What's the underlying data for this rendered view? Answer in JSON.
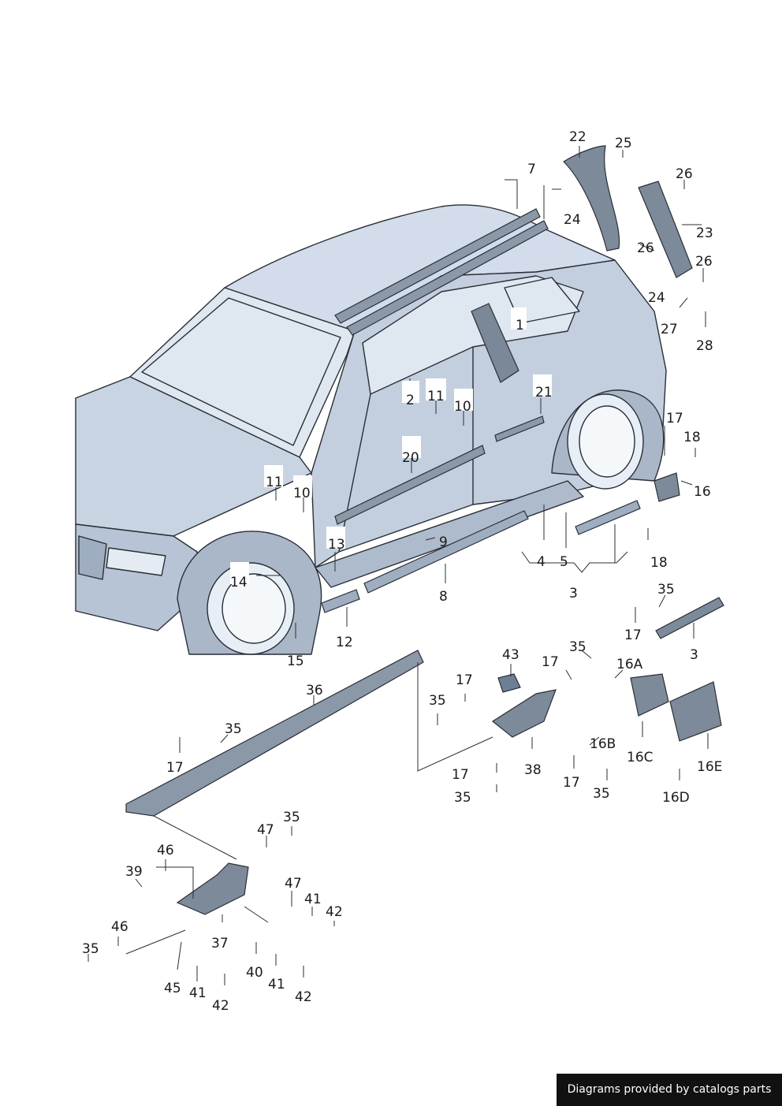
{
  "callouts": [
    {
      "text": "1"
    },
    {
      "text": "2"
    },
    {
      "text": "3"
    },
    {
      "text": "3"
    },
    {
      "text": "3"
    },
    {
      "text": "4"
    },
    {
      "text": "5"
    },
    {
      "text": "7"
    },
    {
      "text": "8"
    },
    {
      "text": "9"
    },
    {
      "text": "10"
    },
    {
      "text": "10"
    },
    {
      "text": "11"
    },
    {
      "text": "11"
    },
    {
      "text": "12"
    },
    {
      "text": "13"
    },
    {
      "text": "14"
    },
    {
      "text": "15"
    },
    {
      "text": "16"
    },
    {
      "text": "16A"
    },
    {
      "text": "16B"
    },
    {
      "text": "16C"
    },
    {
      "text": "16D"
    },
    {
      "text": "16E"
    },
    {
      "text": "17"
    },
    {
      "text": "17"
    },
    {
      "text": "17"
    },
    {
      "text": "17"
    },
    {
      "text": "17"
    },
    {
      "text": "17"
    },
    {
      "text": "17"
    },
    {
      "text": "18"
    },
    {
      "text": "18"
    },
    {
      "text": "20"
    },
    {
      "text": "21"
    },
    {
      "text": "22"
    },
    {
      "text": "23"
    },
    {
      "text": "24"
    },
    {
      "text": "24"
    },
    {
      "text": "25"
    },
    {
      "text": "26"
    },
    {
      "text": "26"
    },
    {
      "text": "26"
    },
    {
      "text": "27"
    },
    {
      "text": "28"
    },
    {
      "text": "35"
    },
    {
      "text": "35"
    },
    {
      "text": "35"
    },
    {
      "text": "35"
    },
    {
      "text": "35"
    },
    {
      "text": "35"
    },
    {
      "text": "35"
    },
    {
      "text": "35"
    },
    {
      "text": "36"
    },
    {
      "text": "37"
    },
    {
      "text": "38"
    },
    {
      "text": "39"
    },
    {
      "text": "40"
    },
    {
      "text": "41"
    },
    {
      "text": "41"
    },
    {
      "text": "41"
    },
    {
      "text": "42"
    },
    {
      "text": "42"
    },
    {
      "text": "42"
    },
    {
      "text": "43"
    },
    {
      "text": "45"
    },
    {
      "text": "46"
    },
    {
      "text": "46"
    },
    {
      "text": "47"
    },
    {
      "text": "47"
    }
  ],
  "footer": {
    "text": "Diagrams provided by catalogs parts"
  },
  "colors": {
    "body": "#c9d4e3",
    "shade": "#a9b7c9",
    "dark": "#6f7f93",
    "glass": "#dfe7f0",
    "line": "#2a2f36",
    "part": "#7d8a99"
  }
}
